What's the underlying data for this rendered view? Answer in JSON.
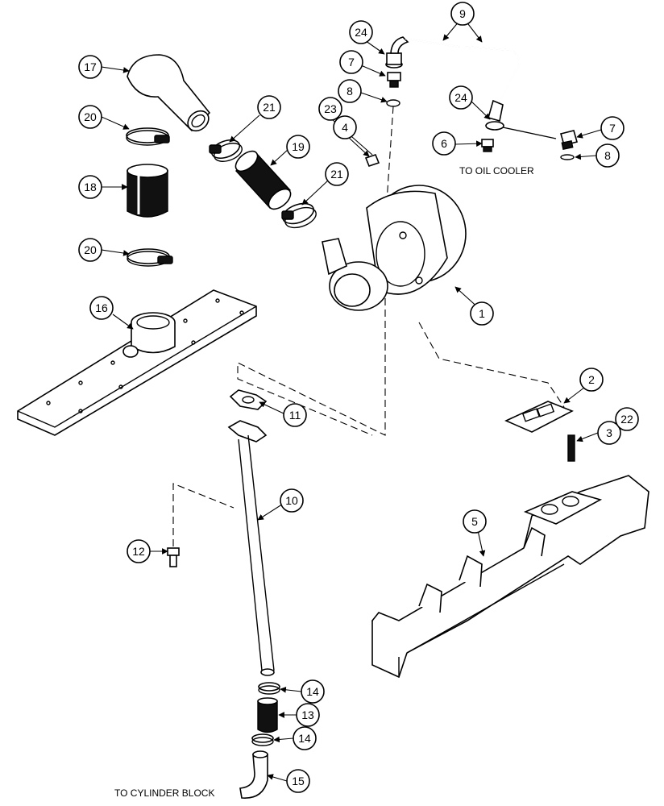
{
  "labels": {
    "to_oil_cooler": "TO OIL COOLER",
    "to_cylinder_block": "TO CYLINDER BLOCK"
  },
  "callouts": {
    "c1": "1",
    "c2": "2",
    "c3": "3",
    "c4": "4",
    "c5": "5",
    "c6": "6",
    "c7a": "7",
    "c7b": "7",
    "c8a": "8",
    "c8b": "8",
    "c9": "9",
    "c10": "10",
    "c11": "11",
    "c12": "12",
    "c13": "13",
    "c14a": "14",
    "c14b": "14",
    "c15": "15",
    "c16": "16",
    "c17": "17",
    "c18": "18",
    "c19": "19",
    "c20a": "20",
    "c20b": "20",
    "c21a": "21",
    "c21b": "21",
    "c22": "22",
    "c23": "23",
    "c24a": "24",
    "c24b": "24"
  }
}
